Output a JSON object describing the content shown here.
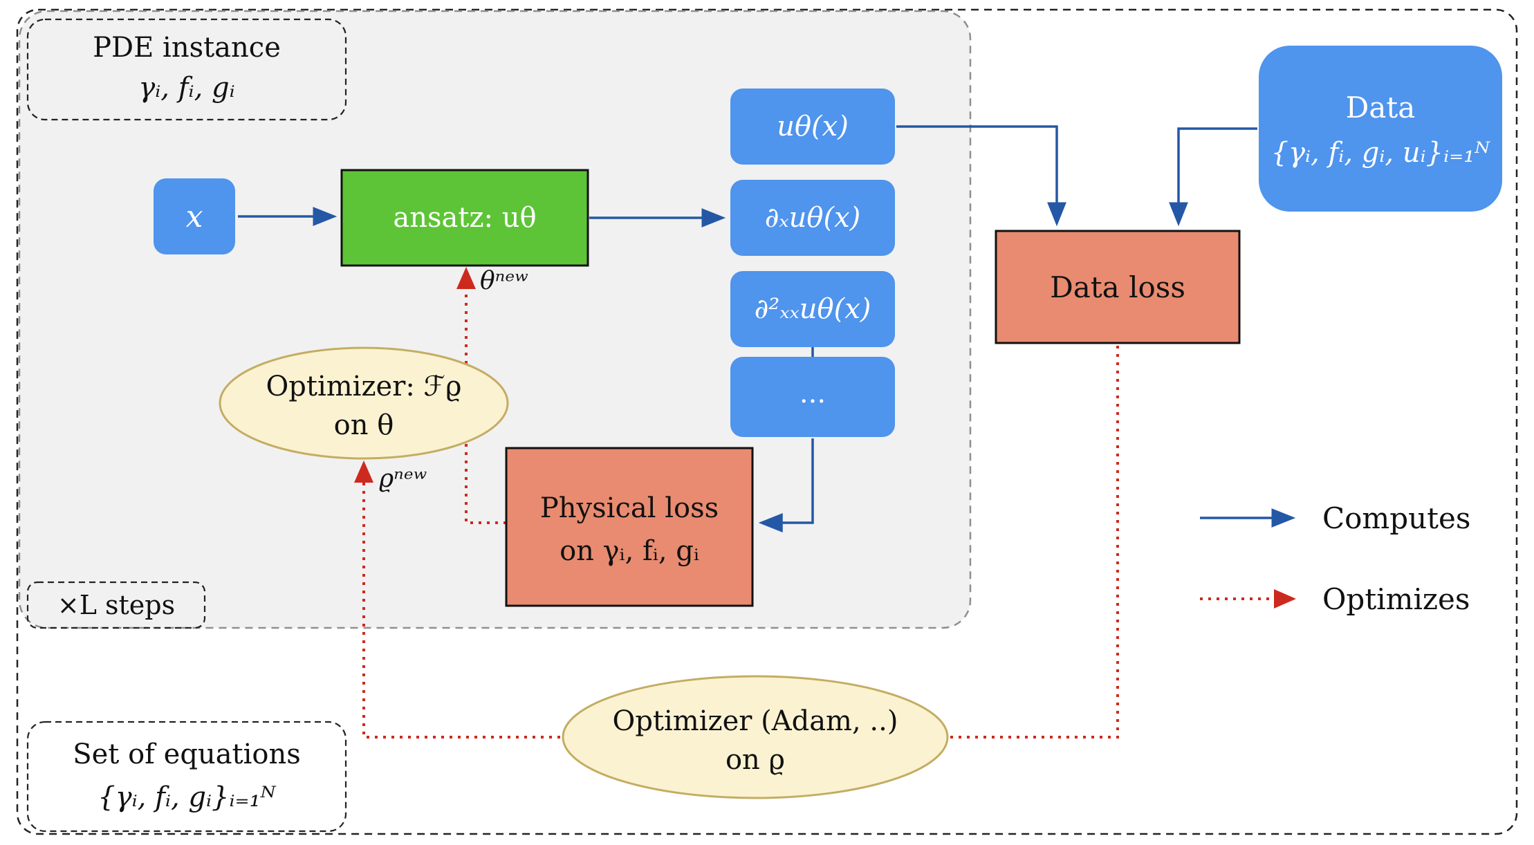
{
  "colors": {
    "node_blue": "#4f94ed",
    "node_green": "#5ec437",
    "node_salmon": "#e98b70",
    "node_cream": "#fbf2d2",
    "arrow_blue": "#2458a6",
    "arrow_red": "#cc2a1e",
    "region_gray": "#f1f1f1"
  },
  "nodes": {
    "pde_instance": {
      "title": "PDE instance",
      "subtitle": "γᵢ, fᵢ, gᵢ"
    },
    "x_input": {
      "label": "x"
    },
    "ansatz": {
      "label": "ansatz: uθ"
    },
    "outputs": {
      "u": "uθ(x)",
      "du": "∂ₓuθ(x)",
      "d2u": "∂²ₓₓuθ(x)",
      "more": "..."
    },
    "data": {
      "title": "Data",
      "subtitle": "{γᵢ, fᵢ, gᵢ, uᵢ}ᵢ₌₁ᴺ"
    },
    "data_loss": {
      "label": "Data loss"
    },
    "physical_loss": {
      "title": "Physical loss",
      "subtitle": "on γᵢ, fᵢ, gᵢ"
    },
    "optimizer_theta": {
      "title": "Optimizer: ℱϱ",
      "subtitle": "on θ"
    },
    "optimizer_rho": {
      "title": "Optimizer (Adam, ..)",
      "subtitle": "on ϱ"
    },
    "steps": {
      "label": "×L steps"
    },
    "equations_set": {
      "title": "Set of equations",
      "subtitle": "{γᵢ, fᵢ, gᵢ}ᵢ₌₁ᴺ"
    }
  },
  "annotations": {
    "theta_new": "θⁿᵉʷ",
    "rho_new": "ϱⁿᵉʷ"
  },
  "legend": {
    "computes": "Computes",
    "optimizes": "Optimizes"
  }
}
